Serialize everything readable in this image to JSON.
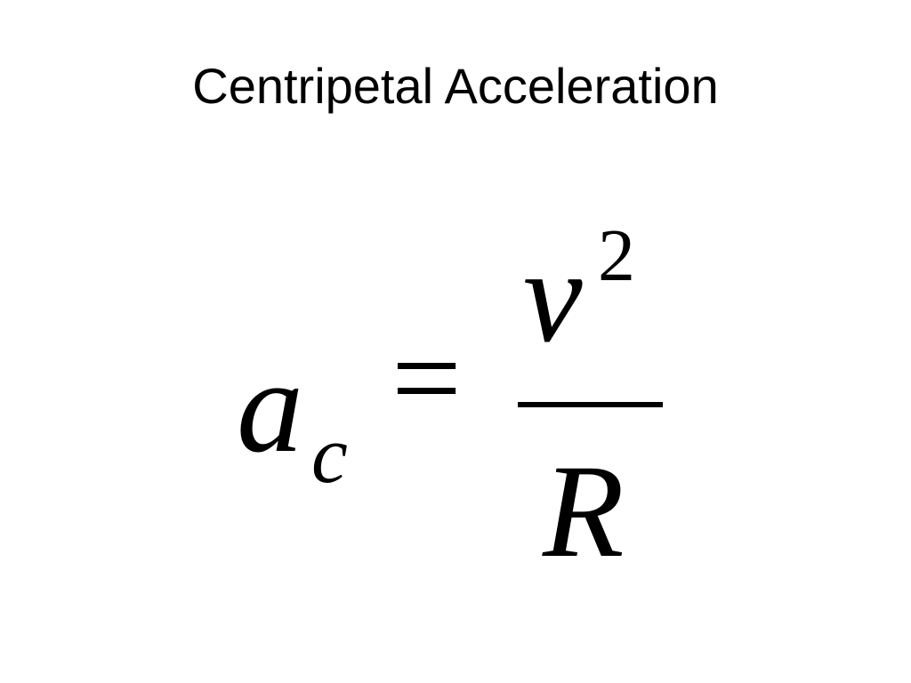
{
  "slide": {
    "title": "Centripetal Acceleration"
  },
  "equation": {
    "lhs_symbol": "a",
    "lhs_subscript": "c",
    "operator": "=",
    "numerator_symbol": "v",
    "numerator_exponent": "2",
    "denominator_symbol": "R"
  },
  "colors": {
    "background": "#ffffff",
    "text": "#000000"
  }
}
